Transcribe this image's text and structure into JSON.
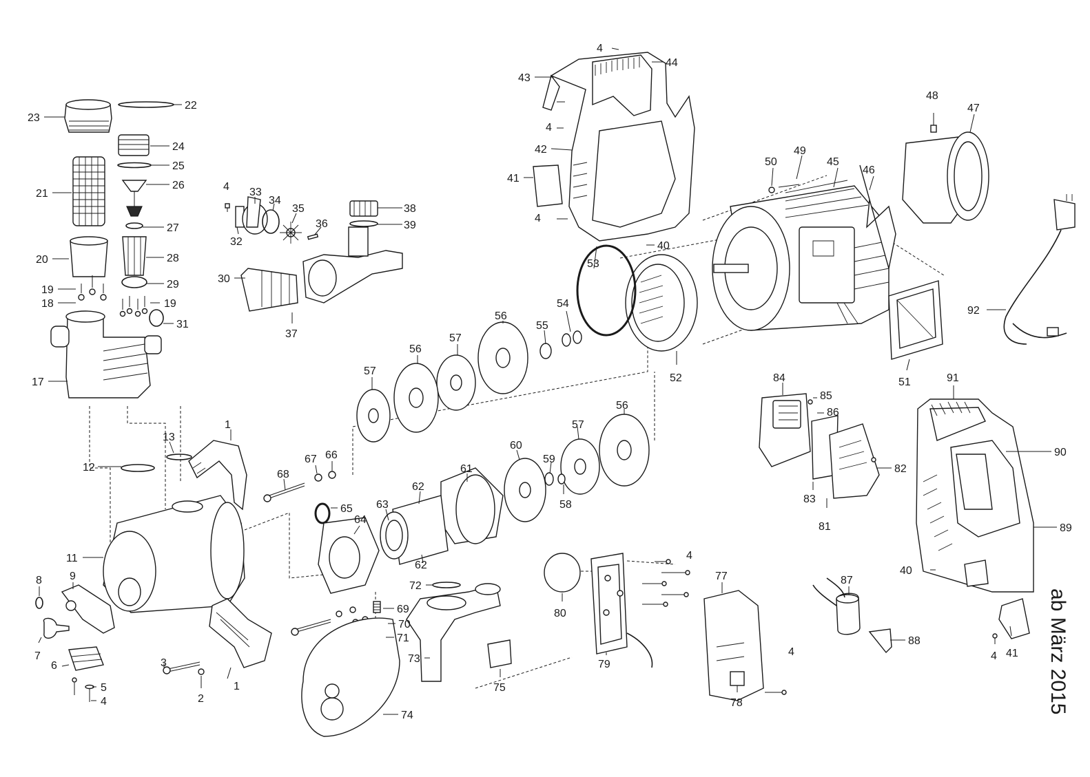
{
  "edition_note": "ab März 2015",
  "callouts": [
    "1",
    "1",
    "2",
    "3",
    "4",
    "4",
    "4",
    "4",
    "4",
    "4",
    "4",
    "4",
    "5",
    "6",
    "7",
    "8",
    "9",
    "11",
    "12",
    "13",
    "17",
    "18",
    "19",
    "19",
    "20",
    "21",
    "22",
    "23",
    "24",
    "25",
    "26",
    "27",
    "28",
    "29",
    "30",
    "31",
    "32",
    "33",
    "34",
    "35",
    "36",
    "37",
    "38",
    "39",
    "40",
    "40",
    "41",
    "41",
    "42",
    "43",
    "44",
    "45",
    "46",
    "47",
    "48",
    "49",
    "50",
    "51",
    "52",
    "53",
    "54",
    "55",
    "56",
    "56",
    "56",
    "57",
    "57",
    "57",
    "58",
    "59",
    "60",
    "61",
    "62",
    "62",
    "63",
    "64",
    "65",
    "66",
    "67",
    "68",
    "69",
    "70",
    "71",
    "72",
    "73",
    "74",
    "75",
    "77",
    "78",
    "79",
    "80",
    "81",
    "82",
    "83",
    "84",
    "85",
    "86",
    "87",
    "88",
    "89",
    "90",
    "91",
    "92"
  ]
}
